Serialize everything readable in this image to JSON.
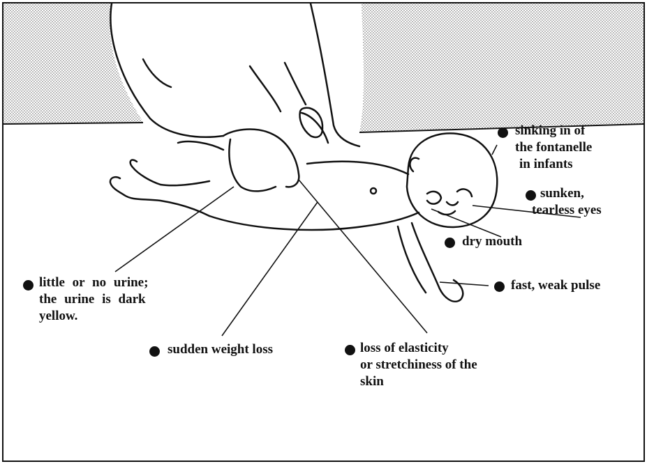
{
  "labels": {
    "fontanelle": [
      "sinking in of",
      "the fontanelle",
      "in infants"
    ],
    "eyes": [
      "sunken,",
      "tearless eyes"
    ],
    "mouth": [
      "dry mouth"
    ],
    "pulse": [
      "fast, weak pulse"
    ],
    "urine": [
      "little or no urine;",
      "the urine is dark",
      "yellow."
    ],
    "weight": [
      "sudden weight loss"
    ],
    "skin": [
      "loss of elasticity",
      "or stretchiness of the",
      "skin"
    ]
  },
  "colors": {
    "ink": "#111111",
    "stipple": "#cfcfcf",
    "background": "#ffffff"
  }
}
